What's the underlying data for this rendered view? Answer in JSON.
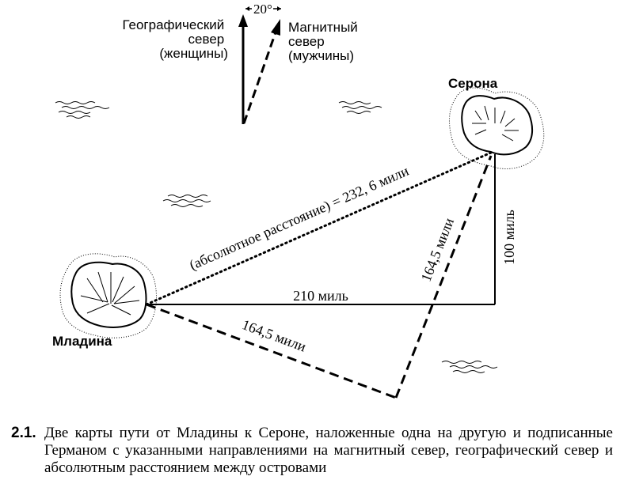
{
  "compass": {
    "angle_label": "20°",
    "geo_lines": [
      "Географический",
      "север",
      "(женщины)"
    ],
    "mag_lines": [
      "Магнитный",
      "север",
      "(мужчины)"
    ]
  },
  "islands": {
    "serona": "Серона",
    "mledina": "Младина"
  },
  "distances": {
    "absolute": "(абсолютное расстояние) = 232, 6 мили",
    "east": "210 миль",
    "north": "100 миль",
    "leg1": "164,5 мили",
    "leg2": "164,5 мили"
  },
  "caption": {
    "number": "2.1.",
    "text": "Две карты пути от Младины к Сероне, наложенные одна на другую и подписанные Германом с указанными направлениями на магнитный север, географический север и абсолютным расстоянием между островами"
  },
  "colors": {
    "ink": "#000000",
    "paper": "#ffffff"
  }
}
